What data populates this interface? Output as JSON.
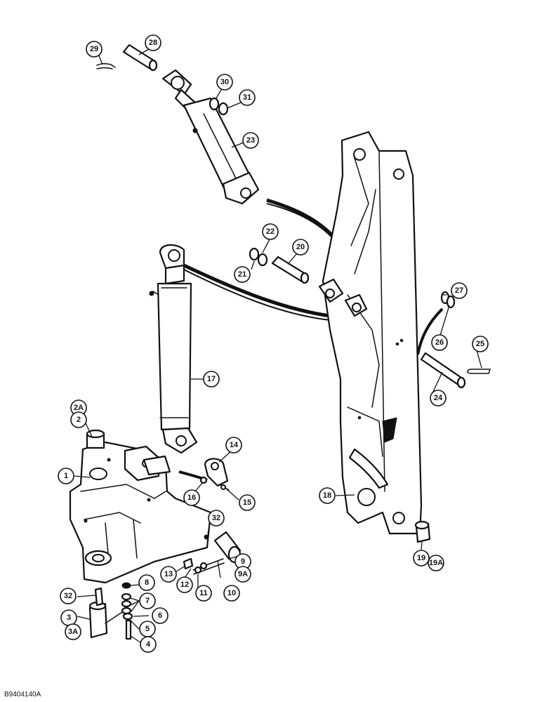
{
  "figure_ref": "B9404140A",
  "callouts": {
    "c1": "1",
    "c2": "2",
    "c2a": "2A",
    "c3": "3",
    "c3a": "3A",
    "c4": "4",
    "c5": "5",
    "c6": "6",
    "c7": "7",
    "c8": "8",
    "c9": "9",
    "c9a": "9A",
    "c10": "10",
    "c11": "11",
    "c12": "12",
    "c13": "13",
    "c14": "14",
    "c15": "15",
    "c16": "16",
    "c17": "17",
    "c18": "18",
    "c19": "19",
    "c19a": "19A",
    "c20": "20",
    "c21": "21",
    "c22": "22",
    "c23": "23",
    "c24": "24",
    "c25": "25",
    "c26": "26",
    "c27": "27",
    "c28": "28",
    "c29": "29",
    "c30": "30",
    "c31": "31",
    "c32a": "32",
    "c32b": "32"
  }
}
